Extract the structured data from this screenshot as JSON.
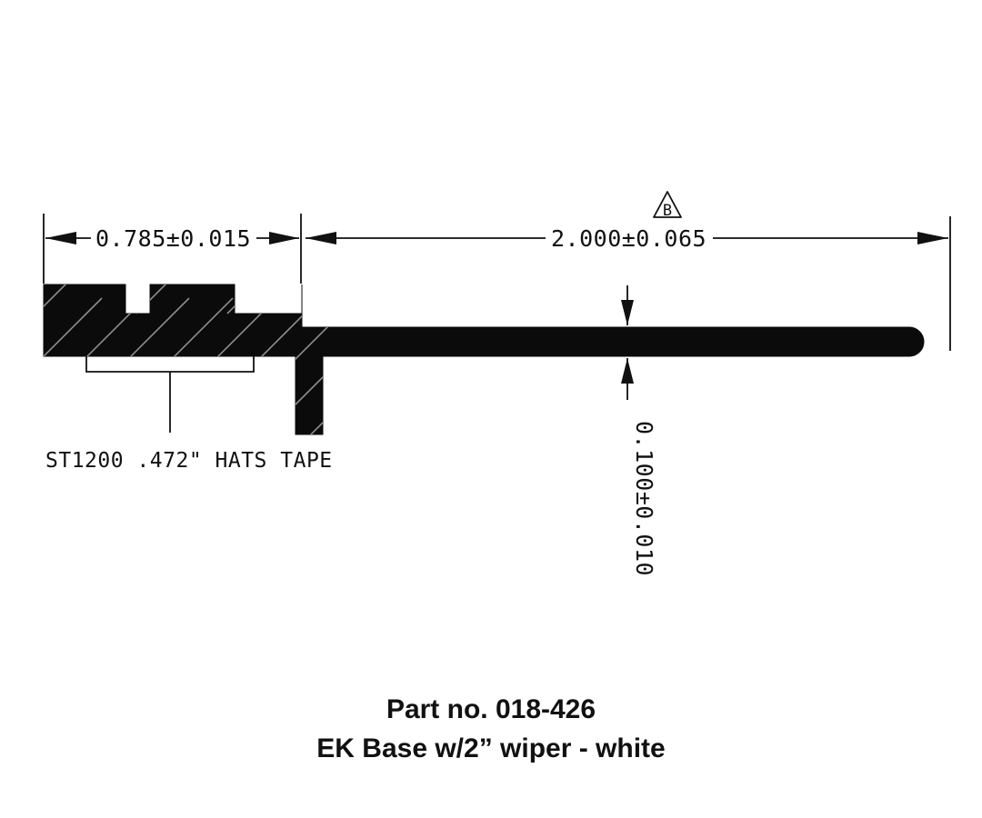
{
  "document": {
    "type": "engineering-cross-section-drawing",
    "background_color": "#ffffff",
    "line_color": "#111111",
    "section_fill_color": "#0b0b0b",
    "hatch_color": "#8d8d8d"
  },
  "dimensions": {
    "horizontal_left": {
      "label": "0.785±0.015",
      "nominal": "0.785",
      "tolerance": "±0.015",
      "orientation": "horizontal"
    },
    "horizontal_right": {
      "label": "2.000±0.065",
      "nominal": "2.000",
      "tolerance": "±0.065",
      "orientation": "horizontal"
    },
    "vertical_thickness": {
      "label": "0.100±0.010",
      "nominal": "0.100",
      "tolerance": "±0.010",
      "orientation": "vertical-rotated"
    }
  },
  "revision_flag": {
    "symbol": "triangle",
    "letter": "B"
  },
  "notes": {
    "tape_note": "ST1200 .472\" HATS TAPE"
  },
  "title_block": {
    "part_line": "Part no. 018-426",
    "description_line": "EK Base w/2” wiper - white"
  }
}
